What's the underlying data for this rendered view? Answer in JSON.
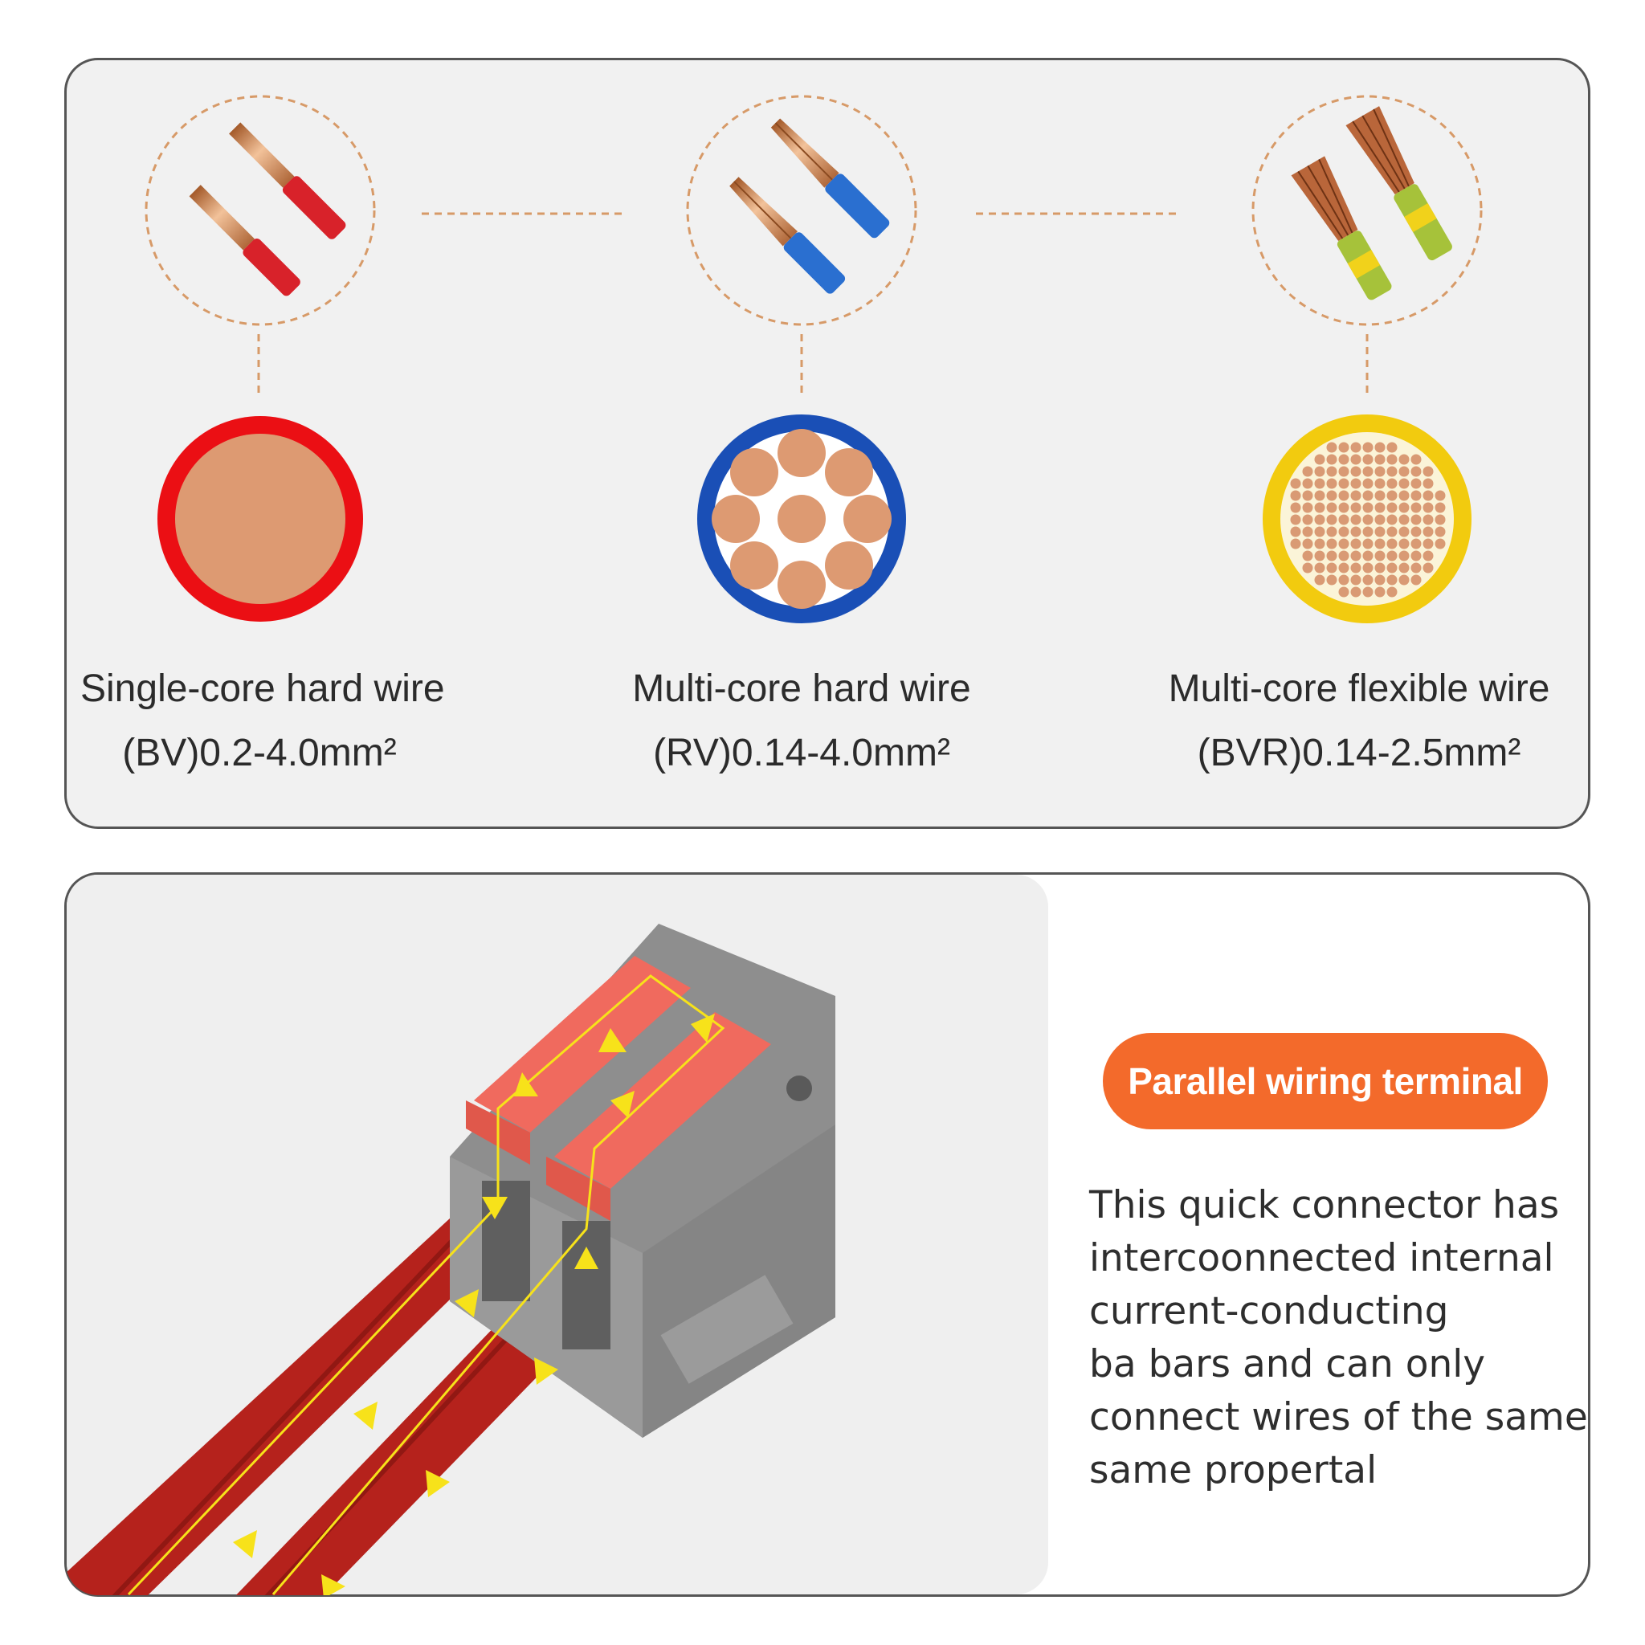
{
  "wire_types": [
    {
      "name": "Single-core hard wire",
      "spec": "(BV)0.2-4.0mm²",
      "insulation_color": "#e8151b",
      "icon": "single-core-cross-section-icon"
    },
    {
      "name": "Multi-core hard wire",
      "spec": "(RV)0.14-4.0mm²",
      "insulation_color": "#1c4fb4",
      "icon": "multi-core-hard-cross-section-icon"
    },
    {
      "name": "Multi-core flexible wire",
      "spec": "(BVR)0.14-2.5mm²",
      "insulation_color": "#f3cc0e",
      "icon": "multi-core-flexible-cross-section-icon"
    }
  ],
  "terminal": {
    "badge": "Parallel wiring terminal",
    "description_lines": [
      "This quick connector has",
      "intercoonnected internal",
      "current-conducting",
      "ba bars  and can only",
      "connect wires of the same",
      "same propertal"
    ],
    "badge_color": "#f36a2b",
    "housing_color": "#8e8e8e",
    "lever_color": "#f06a5e",
    "wire_color": "#b5221c",
    "flow_arrow_color": "#f7e21a"
  },
  "copper_color": "#dd9a72"
}
